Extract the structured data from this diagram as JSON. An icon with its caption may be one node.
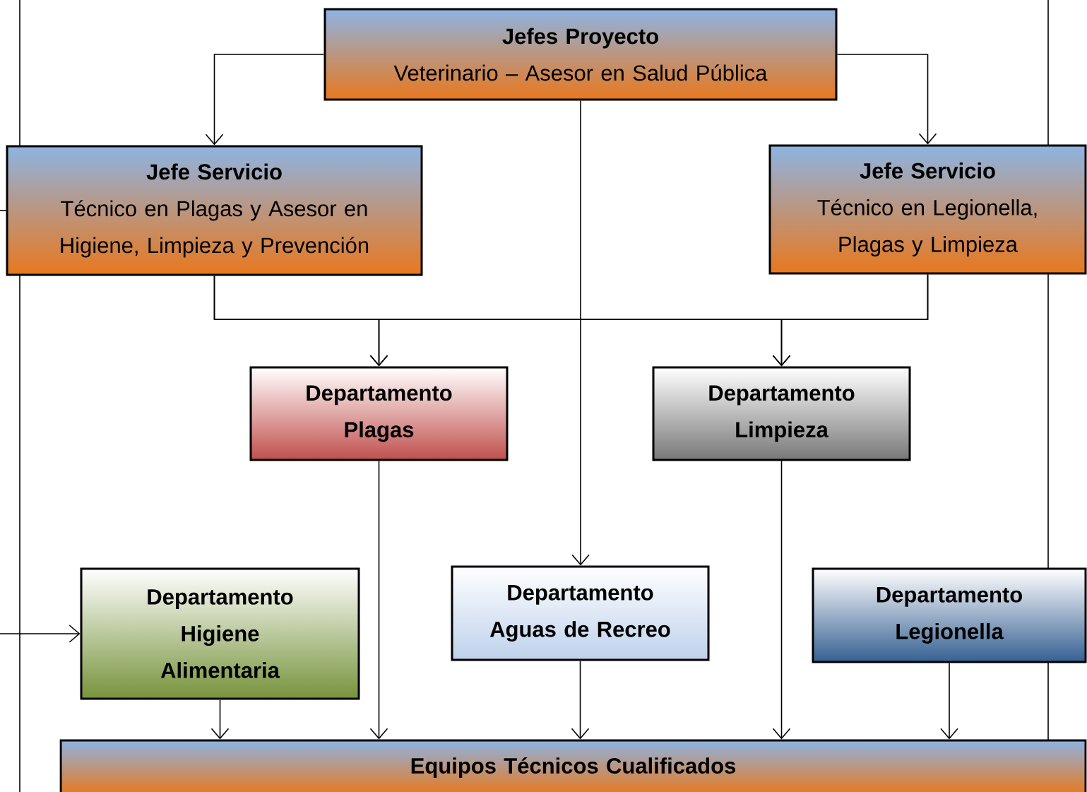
{
  "diagram": {
    "nodes": [
      {
        "text": [
          "Jefes Proyecto",
          "Veterinario – Asesor en Salud Pública"
        ]
      },
      {
        "text": [
          "Jefe Servicio",
          "Técnico en Plagas y Asesor en Higiene, Limpieza y Prevención"
        ]
      },
      {
        "text": [
          "Jefe Servicio",
          "Técnico en Legionella, Plagas y Limpieza"
        ]
      },
      {
        "text": [
          "Departamento Plagas"
        ]
      },
      {
        "text": [
          "Departamento Limpieza"
        ]
      },
      {
        "text": [
          "Departamento Higiene Alimentaria"
        ]
      },
      {
        "text": [
          "Departamento Aguas de Recreo"
        ]
      },
      {
        "text": [
          "Departamento Legionella"
        ]
      },
      {
        "text": [
          "Equipos Técnicos Cualificados"
        ]
      }
    ],
    "edges": [
      {
        "from": 0,
        "to": 1,
        "arrow": "to"
      },
      {
        "from": 0,
        "to": 2,
        "arrow": "to"
      },
      {
        "from": 0,
        "to": 6,
        "arrow": "to"
      },
      {
        "from": 1,
        "to": 3,
        "arrow": "to"
      },
      {
        "from": 1,
        "to": 4,
        "arrow": "to"
      },
      {
        "from": 2,
        "to": 3,
        "arrow": "to"
      },
      {
        "from": 2,
        "to": 4,
        "arrow": "to"
      },
      {
        "from": 3,
        "to": 8,
        "arrow": "to"
      },
      {
        "from": 4,
        "to": 8,
        "arrow": "to"
      },
      {
        "from": 6,
        "to": 8,
        "arrow": "to"
      },
      {
        "from": 5,
        "to": 8,
        "arrow": "to"
      },
      {
        "from": 7,
        "to": 8,
        "arrow": "to"
      },
      {
        "from": null,
        "to": 5,
        "arrow": "to"
      },
      {
        "from": null,
        "to": 1,
        "arrow": "none"
      }
    ]
  }
}
